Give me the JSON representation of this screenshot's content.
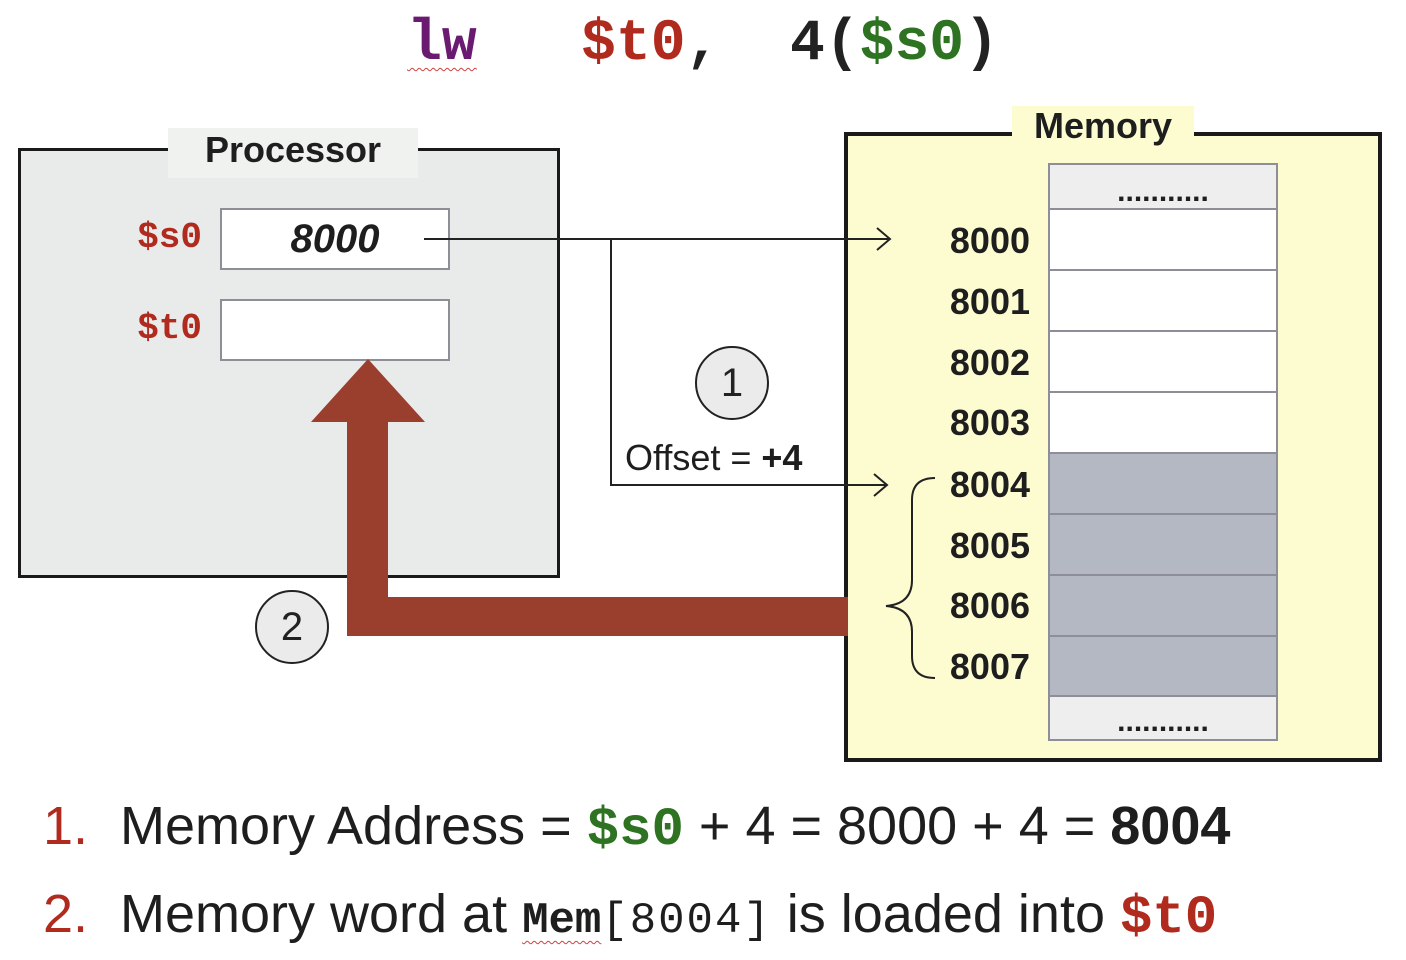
{
  "instruction": {
    "opcode": "lw",
    "dest": "$t0",
    "comma": ",",
    "offset": "4",
    "open_paren": "(",
    "base": "$s0",
    "close_paren": ")"
  },
  "processor": {
    "title": "Processor",
    "registers": [
      {
        "name": "$s0",
        "value": "8000"
      },
      {
        "name": "$t0",
        "value": ""
      }
    ]
  },
  "memory": {
    "title": "Memory",
    "top_ellipsis": "...........",
    "bottom_ellipsis": "...........",
    "addresses": [
      "8000",
      "8001",
      "8002",
      "8003",
      "8004",
      "8005",
      "8006",
      "8007"
    ]
  },
  "steps": {
    "step1_marker": "1",
    "step2_marker": "2",
    "offset_text": "Offset = ",
    "offset_value": "+4"
  },
  "explanation": [
    {
      "number": "1.",
      "prefix": "Memory Address = ",
      "reg": "$s0",
      "middle": " + 4 = 8000 + 4 = ",
      "result": "8004"
    },
    {
      "number": "2.",
      "prefix": "Memory word at ",
      "mem": "Mem",
      "bracket": "[8004]",
      "middle": " is loaded into ",
      "reg": "$t0"
    }
  ],
  "colors": {
    "opcode": "#6b1a72",
    "dest_reg": "#b02a1e",
    "base_reg": "#2e7322",
    "arrow_fill": "#9a3e2e",
    "processor_bg": "#e9eaea",
    "memory_bg": "#fdfcd0",
    "selected_cells": "#b3b8c2"
  }
}
